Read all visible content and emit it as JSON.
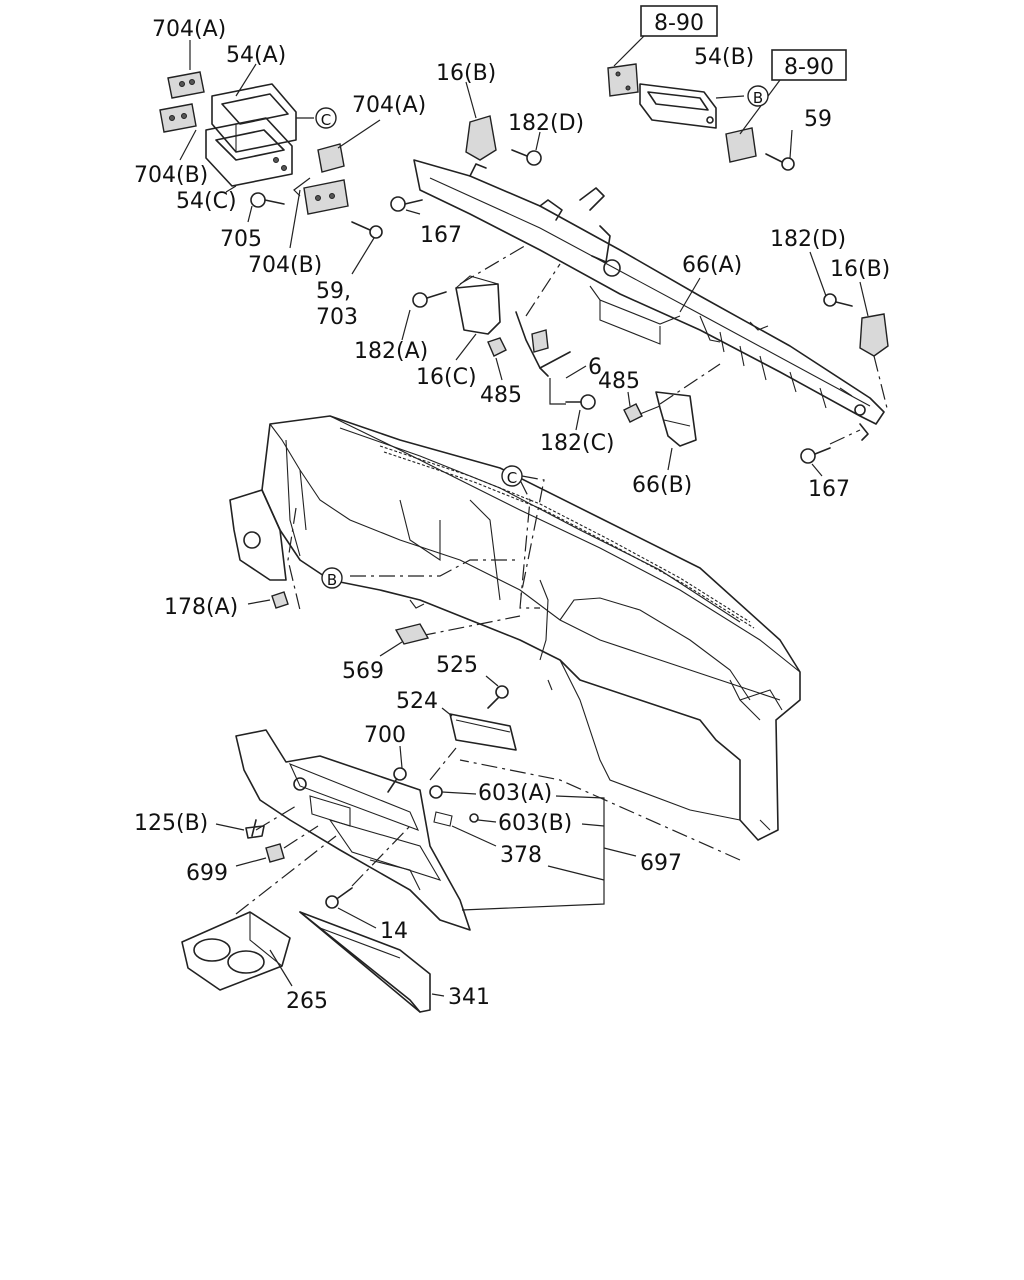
{
  "diagram": {
    "ref_boxes": [
      "8-90",
      "8-90"
    ],
    "circle_markers": {
      "b": "B",
      "c": "C"
    },
    "labels": {
      "l704a_top": "704(A)",
      "l54a": "54(A)",
      "l704a_mid": "704(A)",
      "l704b_left": "704(B)",
      "l54c": "54(C)",
      "l705": "705",
      "l704b_mid": "704(B)",
      "l59_703_a": "59,",
      "l59_703_b": "703",
      "l16b_top": "16(B)",
      "l182d_top": "182(D)",
      "l167_top": "167",
      "l54b": "54(B)",
      "l59": "59",
      "l66a": "66(A)",
      "l182d_right": "182(D)",
      "l16b_right": "16(B)",
      "l182a": "182(A)",
      "l16c": "16(C)",
      "l6": "6",
      "l485_left": "485",
      "l485_right": "485",
      "l182c": "182(C)",
      "l66b": "66(B)",
      "l167_right": "167",
      "l178a": "178(A)",
      "l569": "569",
      "l525": "525",
      "l524": "524",
      "l700": "700",
      "l603a": "603(A)",
      "l603b": "603(B)",
      "l125b": "125(B)",
      "l378": "378",
      "l697": "697",
      "l699": "699",
      "l14": "14",
      "l265": "265",
      "l341": "341"
    }
  }
}
